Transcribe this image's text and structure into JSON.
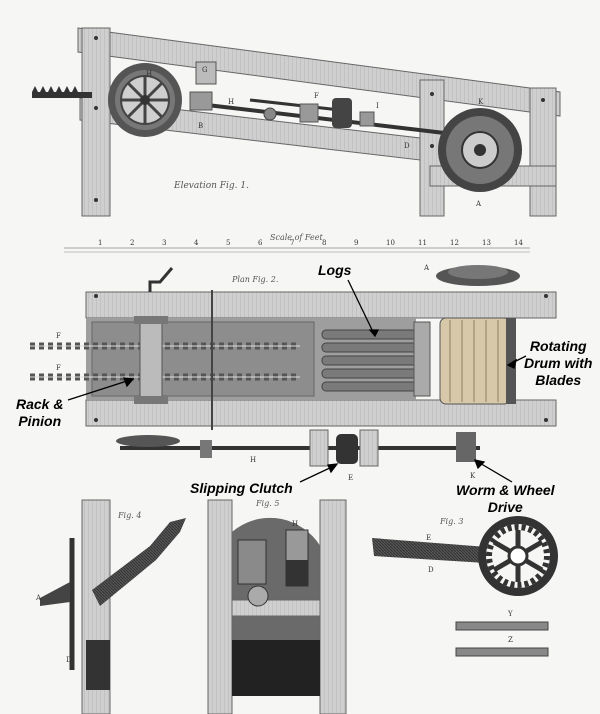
{
  "callouts": {
    "logs": "Logs",
    "rotating_drum_line1": "Rotating",
    "rotating_drum_line2": "Drum with",
    "rotating_drum_line3": "Blades",
    "rack_pinion_line1": "Rack &",
    "rack_pinion_line2": "Pinion",
    "slipping_clutch": "Slipping Clutch",
    "worm_wheel_line1": "Worm & Wheel",
    "worm_wheel_line2": "Drive"
  },
  "engraved_titles": {
    "elevation": "Elevation Fig. 1.",
    "scale": "Scale of Feet",
    "plan": "Plan Fig. 2.",
    "fig4": "Fig. 4",
    "fig5": "Fig. 5",
    "fig3": "Fig. 3"
  },
  "scale_ticks": [
    "1",
    "2",
    "3",
    "4",
    "5",
    "6",
    "7",
    "8",
    "9",
    "10",
    "11",
    "12",
    "13",
    "14"
  ],
  "letters": {
    "a": "A",
    "b": "B",
    "c": "C",
    "d": "D",
    "e": "E",
    "f": "F",
    "g": "G",
    "h": "H",
    "i": "I",
    "k": "K",
    "y": "Y",
    "z": "Z"
  },
  "colors": {
    "wood": "#c9c9c9",
    "wood_dark": "#8a8a8a",
    "metal": "#3a3a3a",
    "paper": "#f6f6f4"
  }
}
